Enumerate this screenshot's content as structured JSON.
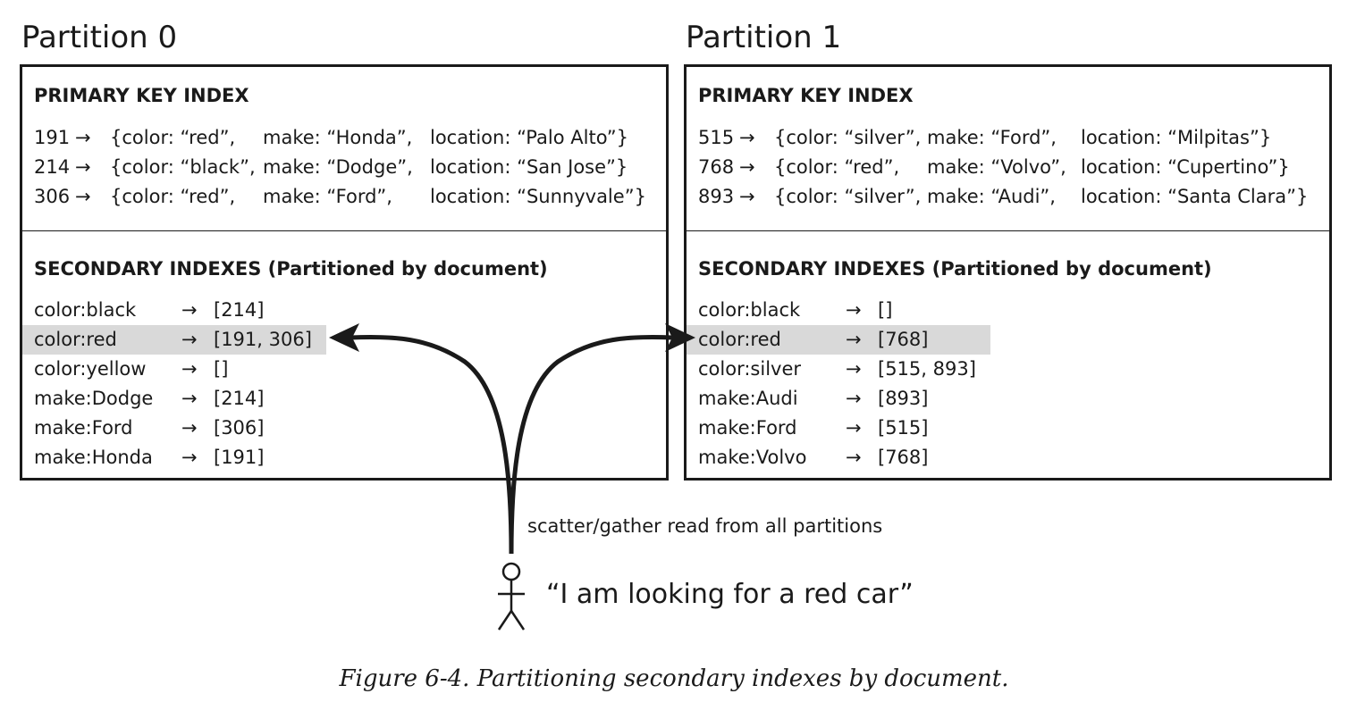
{
  "partitions": [
    {
      "title": "Partition 0",
      "primary_heading": "PRIMARY KEY INDEX",
      "primary_rows": [
        {
          "key": "191",
          "arrow": "→",
          "color": "{color: “red”,",
          "make": "make: “Honda”,",
          "location": "location: “Palo Alto”}"
        },
        {
          "key": "214",
          "arrow": "→",
          "color": "{color: “black”,",
          "make": "make: “Dodge”,",
          "location": "location: “San Jose”}"
        },
        {
          "key": "306",
          "arrow": "→",
          "color": "{color: “red”,",
          "make": "make: “Ford”,",
          "location": "location: “Sunnyvale”}"
        }
      ],
      "secondary_heading": "SECONDARY INDEXES (Partitioned by document)",
      "secondary_rows": [
        {
          "term": "color:black",
          "arrow": "→",
          "ids": "[214]"
        },
        {
          "term": "color:red",
          "arrow": "→",
          "ids": "[191, 306]"
        },
        {
          "term": "color:yellow",
          "arrow": "→",
          "ids": "[]"
        },
        {
          "term": "make:Dodge",
          "arrow": "→",
          "ids": "[214]"
        },
        {
          "term": "make:Ford",
          "arrow": "→",
          "ids": "[306]"
        },
        {
          "term": "make:Honda",
          "arrow": "→",
          "ids": "[191]"
        }
      ],
      "highlighted_row": 1
    },
    {
      "title": "Partition 1",
      "primary_heading": "PRIMARY KEY INDEX",
      "primary_rows": [
        {
          "key": "515",
          "arrow": "→",
          "color": "{color: “silver”,",
          "make": "make: “Ford”,",
          "location": "location: “Milpitas”}"
        },
        {
          "key": "768",
          "arrow": "→",
          "color": "{color: “red”,",
          "make": "make: “Volvo”,",
          "location": "location: “Cupertino”}"
        },
        {
          "key": "893",
          "arrow": "→",
          "color": "{color: “silver”,",
          "make": "make: “Audi”,",
          "location": "location: “Santa Clara”}"
        }
      ],
      "secondary_heading": "SECONDARY INDEXES (Partitioned by document)",
      "secondary_rows": [
        {
          "term": "color:black",
          "arrow": "→",
          "ids": "[]"
        },
        {
          "term": "color:red",
          "arrow": "→",
          "ids": "[768]"
        },
        {
          "term": "color:silver",
          "arrow": "→",
          "ids": "[515, 893]"
        },
        {
          "term": "make:Audi",
          "arrow": "→",
          "ids": "[893]"
        },
        {
          "term": "make:Ford",
          "arrow": "→",
          "ids": "[515]"
        },
        {
          "term": "make:Volvo",
          "arrow": "→",
          "ids": "[768]"
        }
      ],
      "highlighted_row": 1
    }
  ],
  "scatter_label": "scatter/gather read from all partitions",
  "query_quote": "“I am looking for a red car”",
  "caption": "Figure 6-4. Partitioning secondary indexes by document.",
  "colors": {
    "ink": "#1a1a1a",
    "highlight": "#d9d9d9",
    "background": "#ffffff"
  },
  "icons": [
    "stick-figure-icon",
    "arrow-icon"
  ]
}
